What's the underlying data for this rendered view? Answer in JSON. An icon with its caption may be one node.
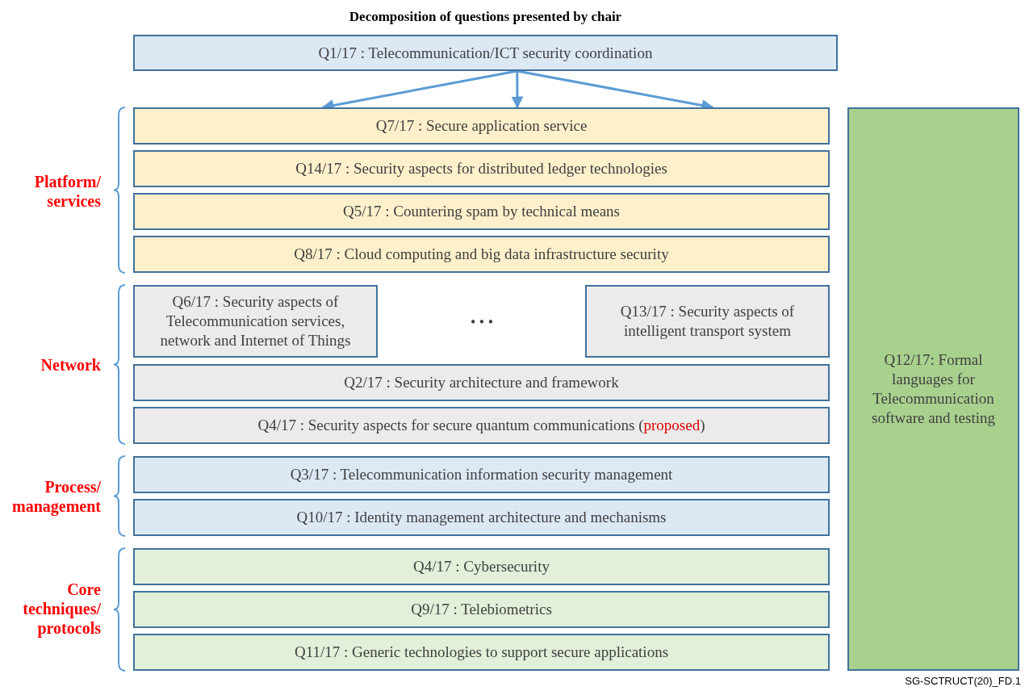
{
  "diagram": {
    "title": "Decomposition of questions presented by chair",
    "nodes": [
      {
        "text": [
          "Q1/17 : Telecommunication/ICT security coordination"
        ]
      },
      {
        "text": [
          "Q7/17 : Secure application service"
        ]
      },
      {
        "text": [
          "Q14/17 : Security aspects for distributed ledger technologies"
        ]
      },
      {
        "text": [
          "Q5/17 : Countering spam by technical means"
        ]
      },
      {
        "text": [
          "Q8/17 : Cloud computing and big data infrastructure security"
        ]
      },
      {
        "text": [
          "Q6/17 : Security aspects of Telecommunication services, network and Internet of Things"
        ]
      },
      {
        "text": [
          "Q13/17 : Security aspects of intelligent transport system"
        ]
      },
      {
        "text": [
          "Q2/17 : Security architecture and framework"
        ]
      },
      {
        "text": [
          "Q4/17 : Security aspects for secure quantum communications (*proposed*)"
        ]
      },
      {
        "text": [
          "Q3/17 : Telecommunication information security management"
        ]
      },
      {
        "text": [
          "Q10/17 : Identity management architecture and mechanisms"
        ]
      },
      {
        "text": [
          "Q4/17 : Cybersecurity"
        ]
      },
      {
        "text": [
          "Q9/17 : Telebiometrics"
        ]
      },
      {
        "text": [
          "Q11/17 : Generic technologies to support secure applications"
        ]
      },
      {
        "text": [
          "Q12/17: Formal languages for Telecommunication software and testing"
        ]
      }
    ],
    "edges": [
      {
        "from": 0,
        "to": 1,
        "arrow": "to"
      },
      {
        "from": 0,
        "to": 1,
        "arrow": "to"
      },
      {
        "from": 0,
        "to": 1,
        "arrow": "to"
      }
    ],
    "labels": [
      "Platform/ services",
      "• • •",
      "Network",
      "Process/ management",
      "Core techniques/ protocols",
      "SG-SCTRUCT(20)_FD.1"
    ]
  }
}
